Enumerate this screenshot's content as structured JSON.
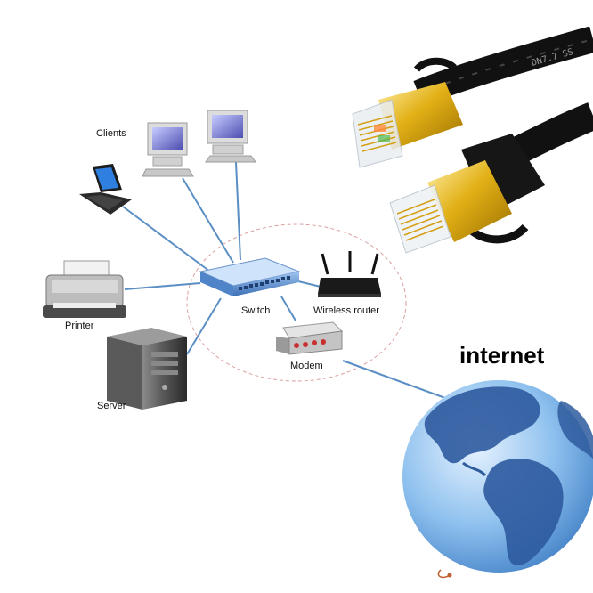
{
  "diagram": {
    "labels": {
      "clients": "Clients",
      "printer": "Printer",
      "server": "Server",
      "switch": "Switch",
      "wireless_router": "Wireless router",
      "modem": "Modem",
      "internet": "internet"
    },
    "cable_print": "DN7.7 SS",
    "colors": {
      "link": "#5b8fc4",
      "lan_ellipse": "#d9a0a0",
      "cable": "#1a1a1a",
      "connector_gold": "#e2b016",
      "globe_ocean": "#7fb3e6",
      "globe_land": "#2e5a9e"
    },
    "icons": [
      "laptop-icon",
      "desktop-icon",
      "printer-icon",
      "server-tower-icon",
      "network-switch-icon",
      "wireless-router-icon",
      "modem-icon",
      "ethernet-cable-icon",
      "globe-icon"
    ]
  }
}
